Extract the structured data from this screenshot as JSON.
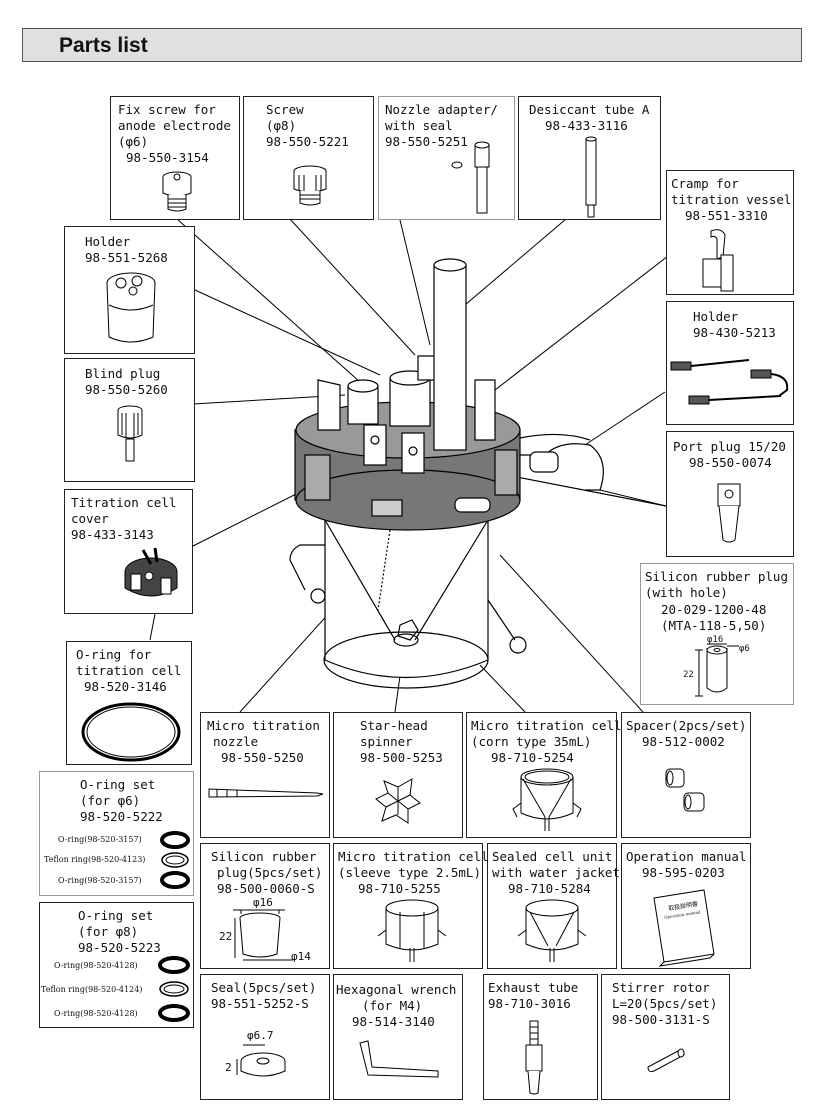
{
  "title": "Parts list",
  "parts": {
    "fix_screw": [
      "Fix screw for",
      "anode electrode",
      "(φ6)",
      "98-550-3154"
    ],
    "screw": [
      "Screw",
      "(φ8)",
      "98-550-5221"
    ],
    "nozzle_adapter": [
      "Nozzle adapter/",
      "with seal",
      "98-550-5251"
    ],
    "desiccant": [
      "Desiccant tube A",
      "98-433-3116"
    ],
    "cramp": [
      "Cramp for",
      "titration vessel",
      "98-551-3310"
    ],
    "holder1": [
      "Holder",
      "98-551-5268"
    ],
    "holder2": [
      "Holder",
      "98-430-5213"
    ],
    "blind_plug": [
      "Blind plug",
      "98-550-5260"
    ],
    "port_plug": [
      "Port plug 15/20",
      "98-550-0074"
    ],
    "cell_cover": [
      "Titration cell",
      "cover",
      "98-433-3143"
    ],
    "silicon_plug": [
      "Silicon rubber plug",
      "(with hole)",
      "20-029-1200-48",
      "(MTA-118-5,50)"
    ],
    "oring_cell": [
      "O-ring for",
      "titration cell",
      "98-520-3146"
    ],
    "oring_set6": [
      "O-ring set",
      "(for φ6)",
      "98-520-5222"
    ],
    "oring_set8": [
      "O-ring set",
      "(for φ8)",
      "98-520-5223"
    ],
    "micro_nozzle": [
      "Micro titration",
      "nozzle",
      "98-550-5250"
    ],
    "star_head": [
      "Star-head",
      "spinner",
      "98-500-5253"
    ],
    "micro_cell35": [
      "Micro titration cell",
      "(corn type 35mL)",
      "98-710-5254"
    ],
    "spacer": [
      "Spacer(2pcs/set)",
      "98-512-0002"
    ],
    "silicon_rubber": [
      "Silicon rubber",
      "plug(5pcs/set)",
      "98-500-0060-S"
    ],
    "micro_cell25": [
      "Micro titration cell",
      "(sleeve type 2.5mL)",
      "98-710-5255"
    ],
    "sealed_cell": [
      "Sealed cell unit",
      "with water jacket",
      "98-710-5284"
    ],
    "manual": [
      "Operation manual",
      "98-595-0203"
    ],
    "seal": [
      "Seal(5pcs/set)",
      "98-551-5252-S"
    ],
    "hex_wrench": [
      "Hexagonal wrench",
      "(for M4)",
      "98-514-3140"
    ],
    "exhaust": [
      "Exhaust tube",
      "98-710-3016"
    ],
    "stirrer": [
      "Stirrer rotor",
      "L=20(5pcs/set)",
      "98-500-3131-S"
    ]
  },
  "oring_set6_items": [
    "O-ring(98-520-3157)",
    "Teflon ring(98-520-4123)",
    "O-ring(98-520-3157)"
  ],
  "oring_set8_items": [
    "O-ring(98-520-4128)",
    "Teflon ring(98-520-4124)",
    "O-ring(98-520-4128)"
  ],
  "dims": {
    "plug_hole_outer": "φ16",
    "plug_hole_inner": "φ6",
    "plug_hole_h": "22",
    "rubber_top": "φ16",
    "rubber_h": "22",
    "rubber_bottom": "φ14",
    "seal_d": "φ6.7",
    "seal_h": "2"
  },
  "manual_cover": [
    "取扱説明書",
    "Operation manual"
  ]
}
